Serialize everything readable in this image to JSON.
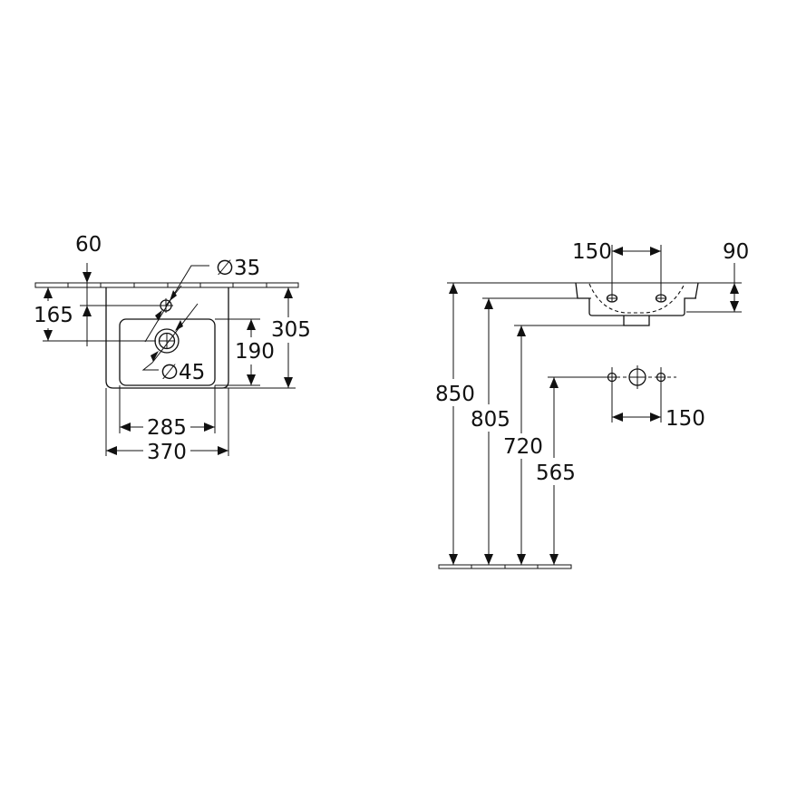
{
  "drawing": {
    "title": "Wall-mounted hand washbasin — dimension drawing",
    "units": "mm",
    "colors": {
      "line": "#111111",
      "background": "#ffffff"
    }
  },
  "plan_view": {
    "labels": {
      "tap_offset": "60",
      "tap_hole_depth": "165",
      "tap_hole_diameter": "∅35",
      "waste_diameter": "∅45",
      "overall_depth": "305",
      "bowl_depth": "190",
      "bowl_width": "285",
      "overall_width": "370"
    }
  },
  "side_view": {
    "labels": {
      "fixing_spacing_top": "150",
      "basin_height": "90",
      "rim_height": "850",
      "underside_height": "805",
      "waste_height": "720",
      "supply_height": "565",
      "supply_spacing": "150"
    }
  }
}
